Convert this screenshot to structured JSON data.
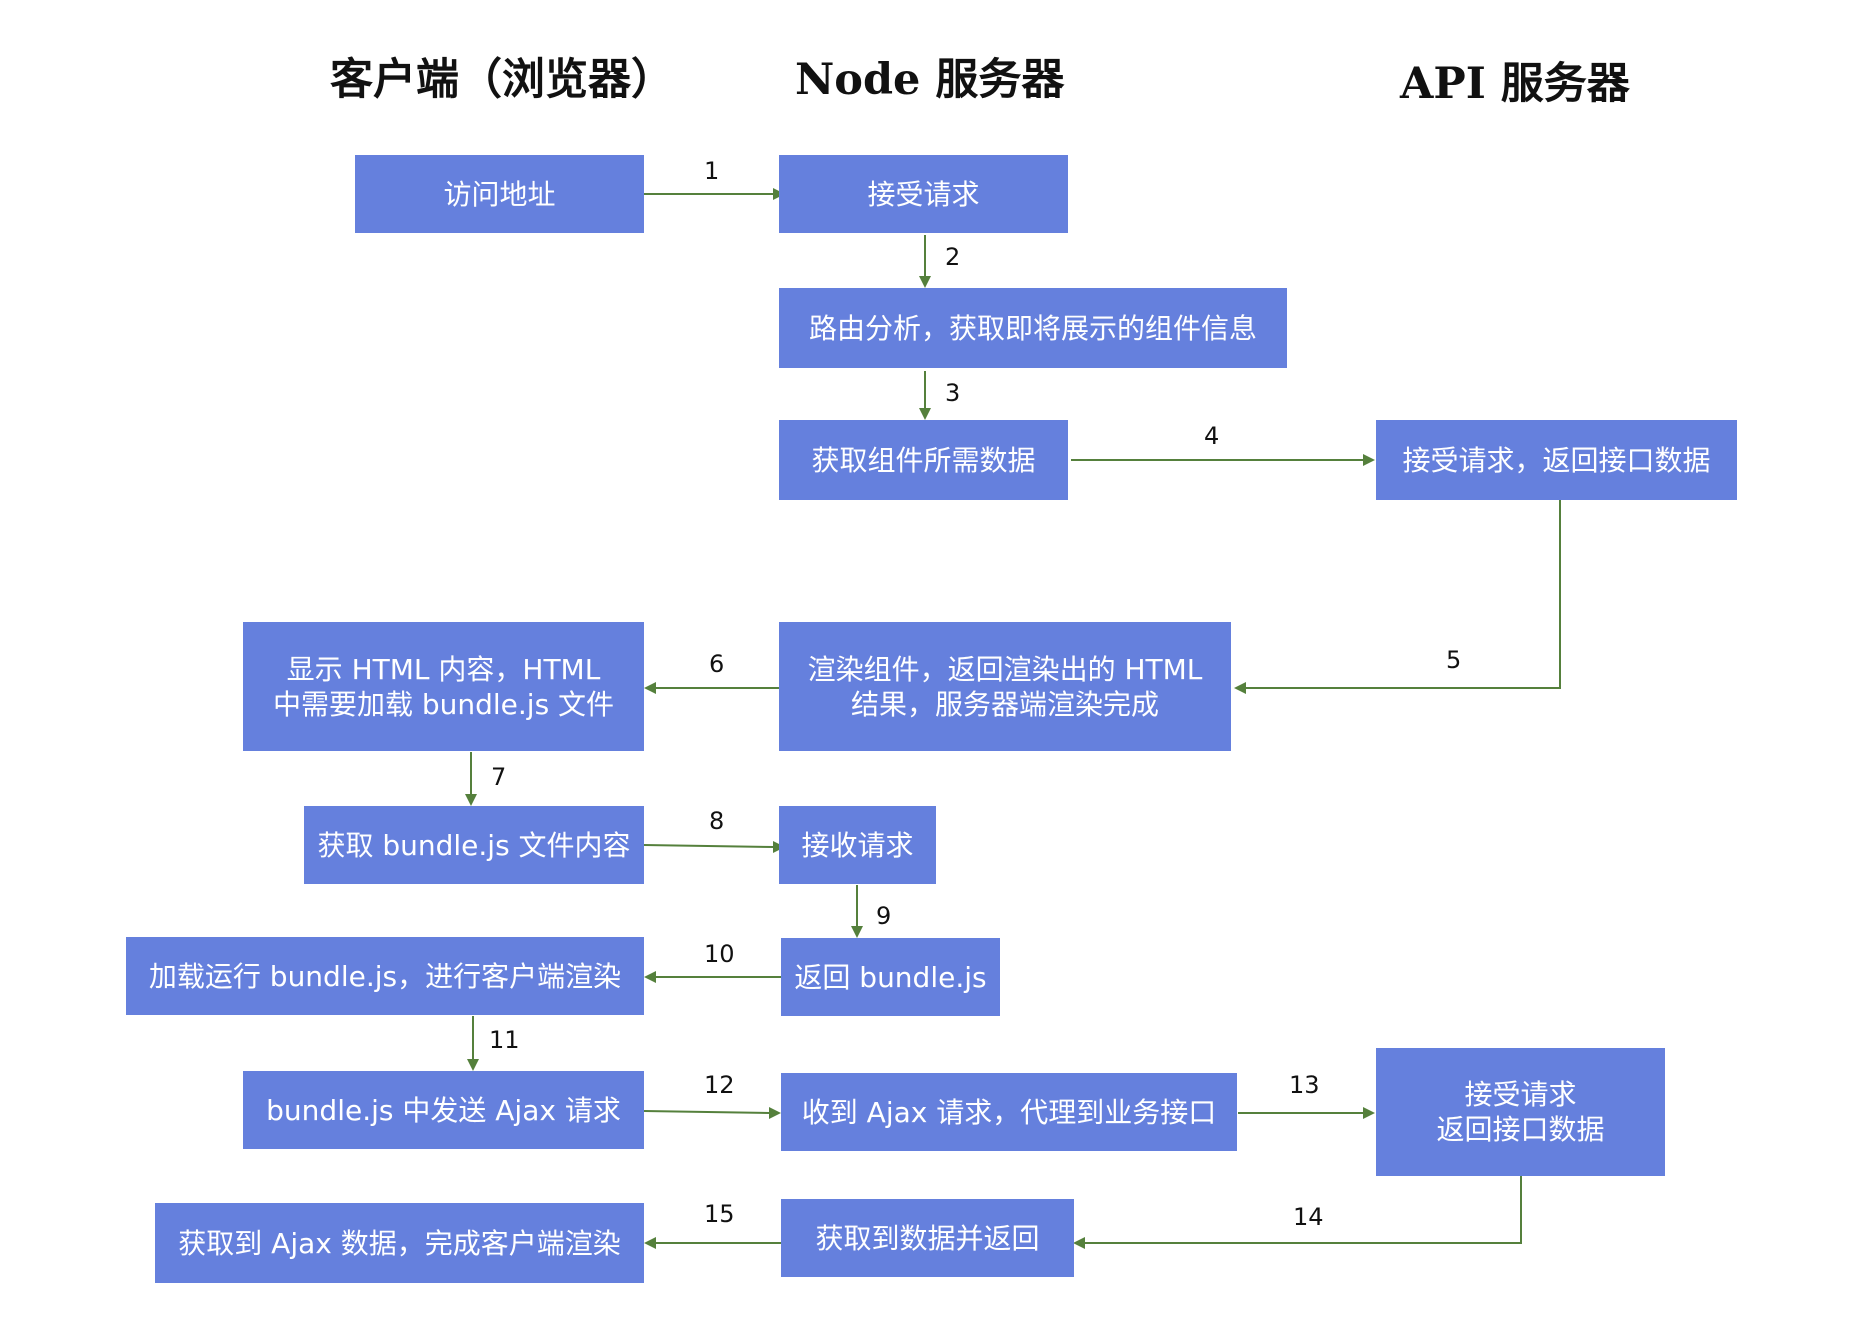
{
  "columns": {
    "client": "客户端（浏览器）",
    "node": "Node  服务器",
    "api": "API  服务器"
  },
  "nodes": {
    "visit_url": "访问地址",
    "accept_request": "接受请求",
    "route_analysis": "路由分析，获取即将展示的组件信息",
    "get_component_data": "获取组件所需数据",
    "api_accept_return": "接受请求，返回接口数据",
    "render_component": "渲染组件，返回渲染出的 HTML\n结果，服务器端渲染完成",
    "show_html": "显示 HTML 内容，HTML\n中需要加载 bundle.js 文件",
    "fetch_bundle": "获取 bundle.js 文件内容",
    "receive_request": "接收请求",
    "return_bundle": "返回 bundle.js",
    "run_bundle": "加载运行 bundle.js，进行客户端渲染",
    "send_ajax": "bundle.js 中发送 Ajax 请求",
    "proxy_ajax": "收到 Ajax 请求，代理到业务接口",
    "api_accept_return_2": "接受请求\n返回接口数据",
    "get_data_return": "获取到数据并返回",
    "client_render_done": "获取到 Ajax 数据，完成客户端渲染"
  },
  "steps": [
    "1",
    "2",
    "3",
    "4",
    "5",
    "6",
    "7",
    "8",
    "9",
    "10",
    "11",
    "12",
    "13",
    "14",
    "15"
  ],
  "colors": {
    "box_fill": "#6580dd",
    "box_text": "#ffffff",
    "arrow": "#55803c"
  }
}
